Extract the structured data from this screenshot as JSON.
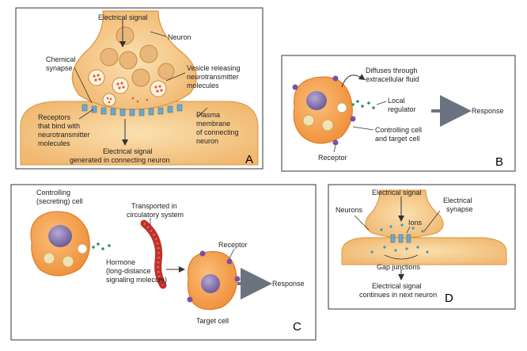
{
  "panel_a": {
    "letter": "A",
    "labels": {
      "electrical_signal": "Electrical signal",
      "neuron": "Neuron",
      "chemical_synapse_1": "Chemical",
      "chemical_synapse_2": "synapse",
      "vesicle_1": "Vesicle releasing",
      "vesicle_2": "neurotransmitter",
      "vesicle_3": "molecules",
      "receptors_1": "Receptors",
      "receptors_2": "that bind with",
      "receptors_3": "neurotransmitter",
      "receptors_4": "molecules",
      "plasma_1": "Plasma",
      "plasma_2": "membrane",
      "plasma_3": "of connecting",
      "plasma_4": "neuron",
      "generated_1": "Electrical signal",
      "generated_2": "generated in connecting neuron"
    }
  },
  "panel_b": {
    "letter": "B",
    "labels": {
      "diffuses_1": "Diffuses through",
      "diffuses_2": "extracellular fluid",
      "local_1": "Local",
      "local_2": "regulator",
      "response": "Response",
      "controlling_1": "Controlling cell",
      "controlling_2": "and target cell",
      "receptor": "Receptor"
    }
  },
  "panel_c": {
    "letter": "C",
    "labels": {
      "controlling_1": "Controlling",
      "controlling_2": "(secreting) cell",
      "transported_1": "Transported in",
      "transported_2": "circulatory system",
      "hormone_1": "Hormone",
      "hormone_2": "(long-distance",
      "hormone_3": "signaling molecule)",
      "receptor": "Receptor",
      "response": "Response",
      "target": "Target cell"
    }
  },
  "panel_d": {
    "letter": "D",
    "labels": {
      "electrical_signal": "Electrical signal",
      "electrical_synapse_1": "Electrical",
      "electrical_synapse_2": "synapse",
      "neurons": "Neurons",
      "ions": "Ions",
      "gap": "Gap junctions",
      "continues_1": "Electrical signal",
      "continues_2": "continues in next neuron"
    }
  },
  "colors": {
    "cell_fill": "#f6a24e",
    "cell_stroke": "#d9741e",
    "neuron_fill": "#f5c98a",
    "nucleus": "#8b7bb0",
    "vesicle": "#e06030",
    "receptor": "#6fa8c8",
    "molecule": "#2f8f6a",
    "vessel": "#c0302a"
  }
}
